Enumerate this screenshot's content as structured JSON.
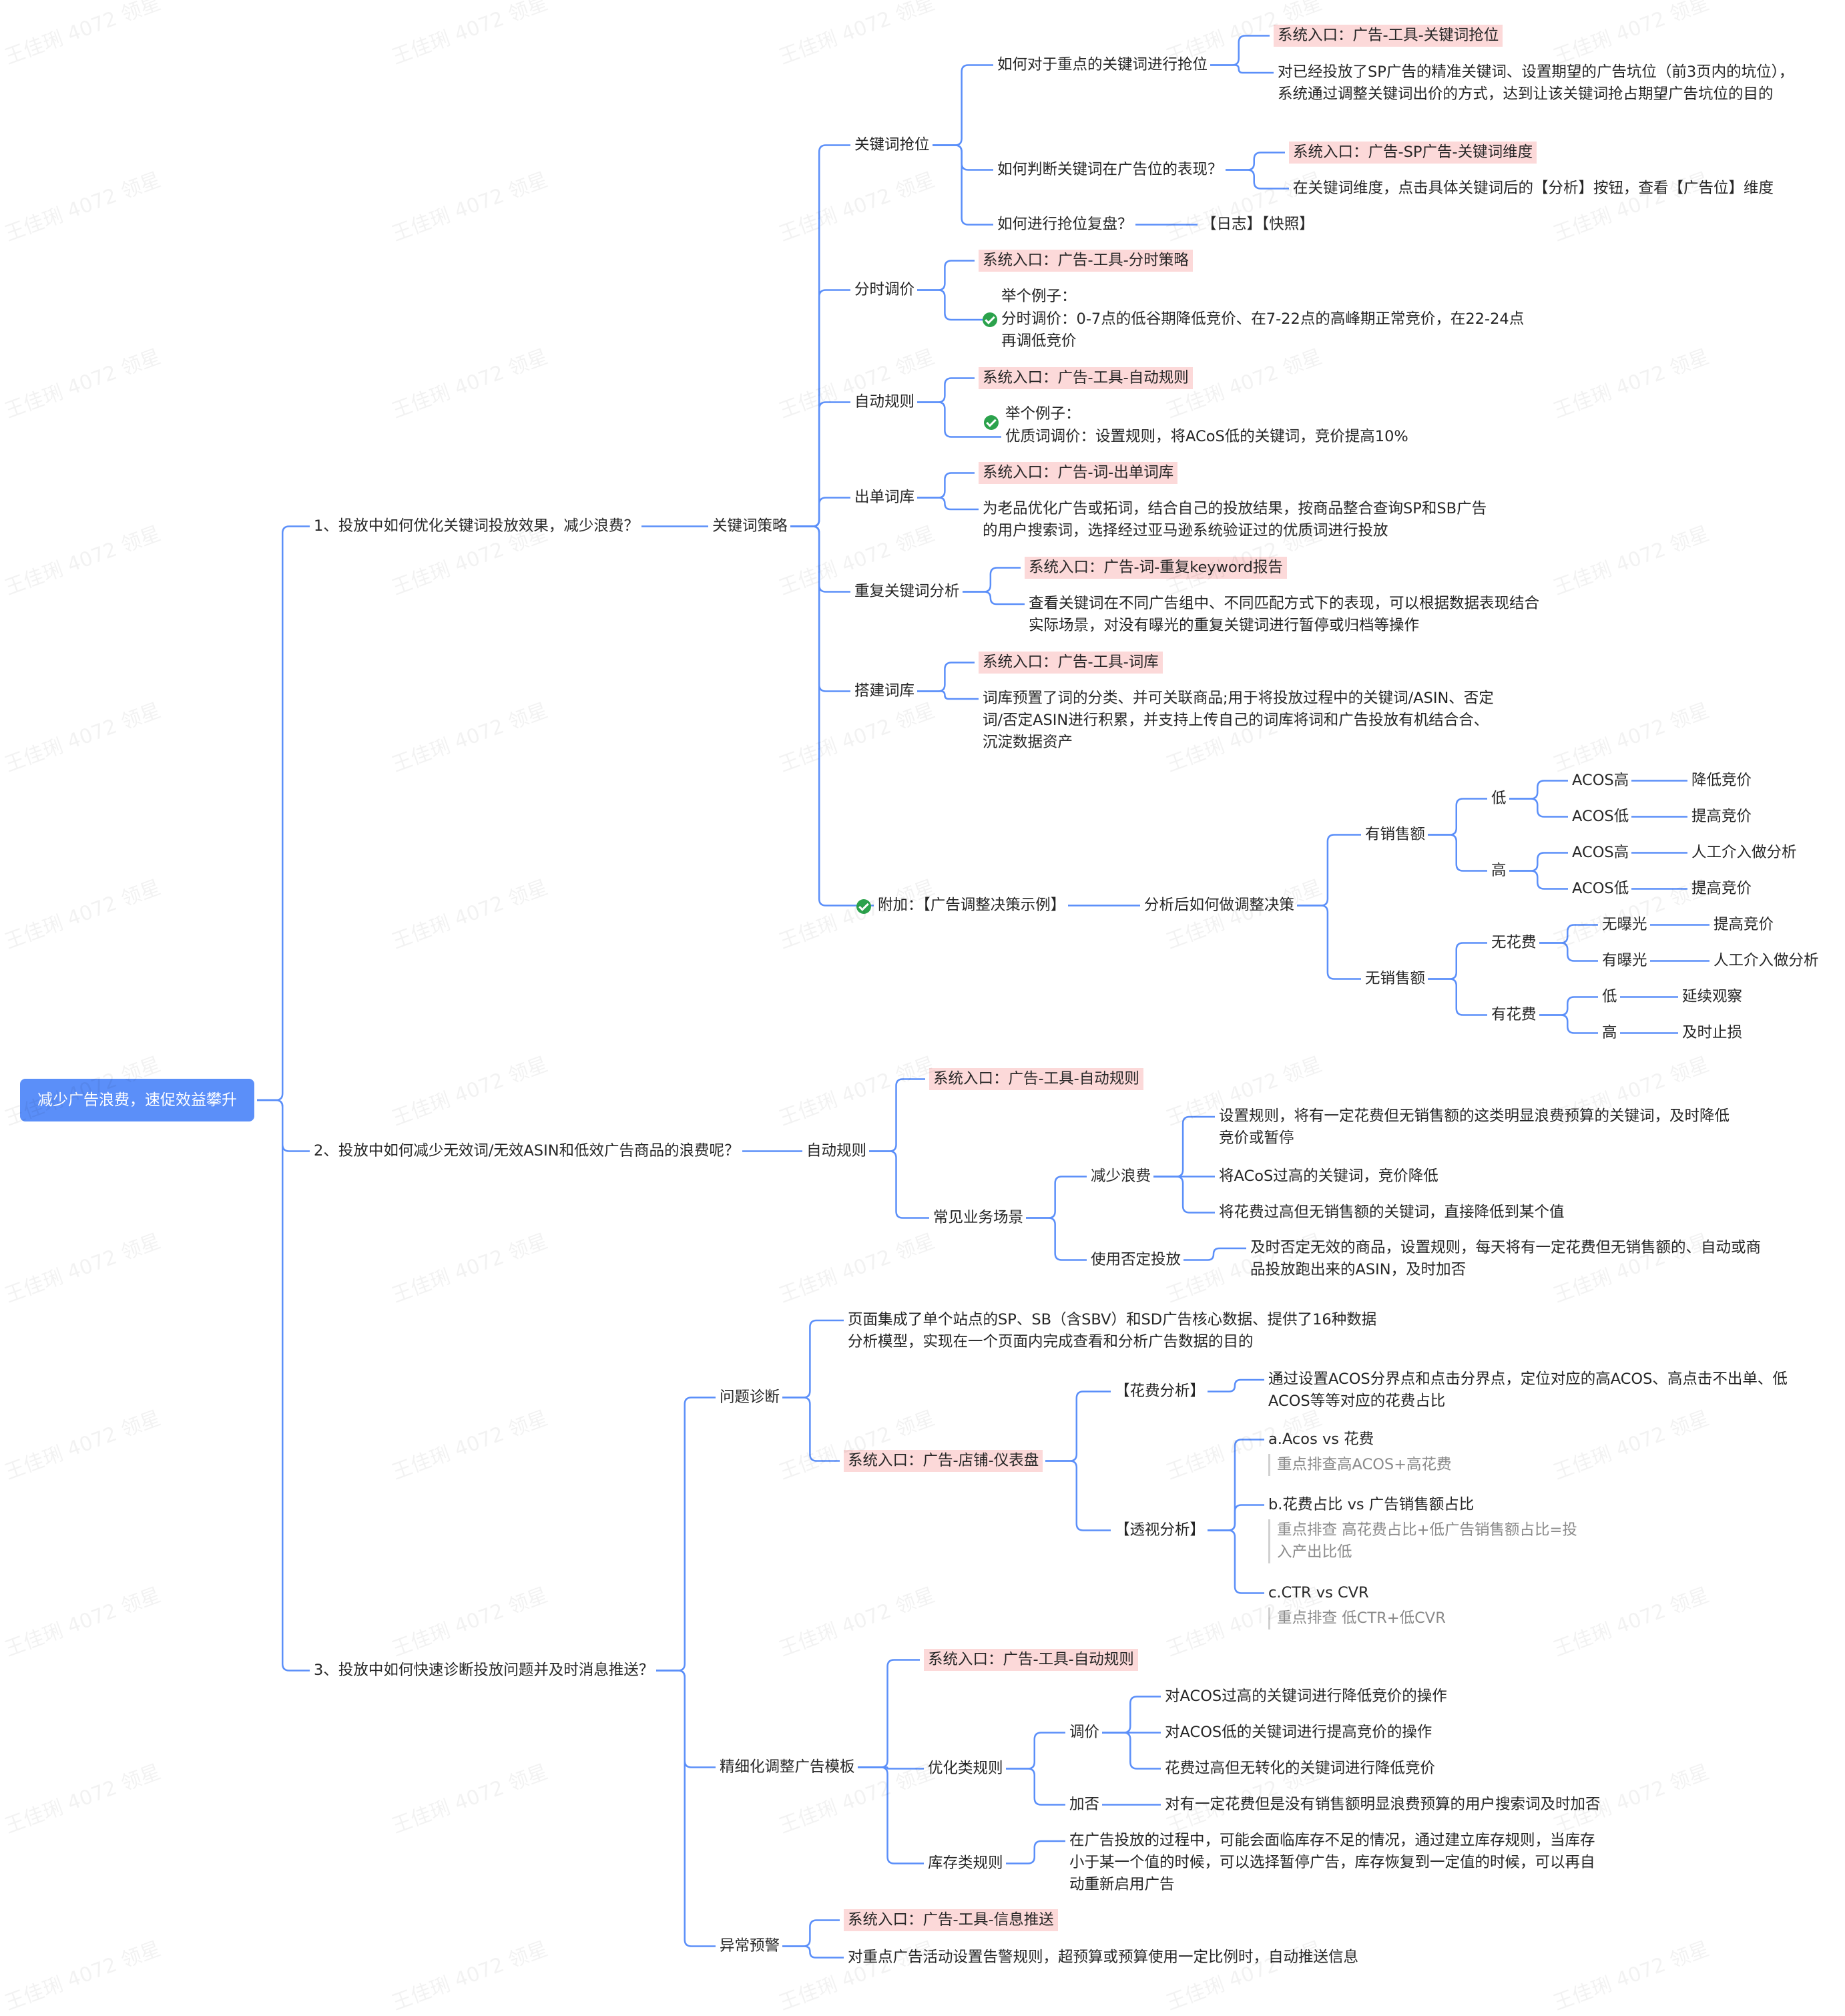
{
  "watermark": "王佳琍 4072 领星",
  "root": "减少广告浪费，速促效益攀升",
  "q1": {
    "title": "1、投放中如何优化关键词投放效果，减少浪费？",
    "strategy": "关键词策略",
    "kw_rank": {
      "label": "关键词抢位",
      "how_grab": "如何对于重点的关键词进行抢位",
      "how_grab_entry": "系统入口：广告-工具-关键词抢位",
      "how_grab_desc": "对已经投放了SP广告的精准关键词、设置期望的广告坑位（前3页内的坑位），系统通过调整关键词出价的方式，达到让该关键词抢占期望广告坑位的目的",
      "how_judge": "如何判断关键词在广告位的表现？",
      "how_judge_entry": "系统入口：广告-SP广告-关键词维度",
      "how_judge_desc": "在关键词维度，点击具体关键词后的【分析】按钮，查看【广告位】维度",
      "how_review": "如何进行抢位复盘？",
      "how_review_desc": "【日志】【快照】"
    },
    "dayparting": {
      "label": "分时调价",
      "entry": "系统入口：广告-工具-分时策略",
      "example_title": "举个例子：",
      "example": "分时调价：0-7点的低谷期降低竞价、在7-22点的高峰期正常竞价，在22-24点再调低竞价"
    },
    "autorule": {
      "label": "自动规则",
      "entry": "系统入口：广告-工具-自动规则",
      "example_title": "举个例子：",
      "example": "优质词调价：设置规则，将ACoS低的关键词，竞价提高10%"
    },
    "order_lib": {
      "label": "出单词库",
      "entry": "系统入口：广告-词-出单词库",
      "desc": "为老品优化广告或拓词，结合自己的投放结果，按商品整合查询SP和SB广告的用户搜索词，选择经过亚马逊系统验证过的优质词进行投放"
    },
    "dup_kw": {
      "label": "重复关键词分析",
      "entry": "系统入口：广告-词-重复keyword报告",
      "desc": "查看关键词在不同广告组中、不同匹配方式下的表现，可以根据数据表现结合实际场景，对没有曝光的重复关键词进行暂停或归档等操作"
    },
    "build_lib": {
      "label": "搭建词库",
      "entry": "系统入口：广告-工具-词库",
      "desc": "词库预置了词的分类、并可关联商品;用于将投放过程中的关键词/ASIN、否定词/否定ASIN进行积累，并支持上传自己的词库将词和广告投放有机结合合、沉淀数据资产"
    },
    "addon": {
      "label": "附加：【广告调整决策示例】",
      "decision": "分析后如何做调整决策",
      "with_sales": "有销售额",
      "low": "低",
      "high": "高",
      "acos_high": "ACOS高",
      "acos_low": "ACOS低",
      "acos_high_b": "ACOS高",
      "acos_low_b": "ACOS低",
      "lower_bid": "降低竞价",
      "raise_bid": "提高竞价",
      "manual": "人工介入做分析",
      "raise_bid_b": "提高竞价",
      "no_sales": "无销售额",
      "no_spend": "无花费",
      "has_spend": "有花费",
      "no_imp": "无曝光",
      "has_imp": "有曝光",
      "raise_bid_c": "提高竞价",
      "manual_b": "人工介入做分析",
      "low_b": "低",
      "high_b": "高",
      "observe": "延续观察",
      "stop_loss": "及时止损"
    }
  },
  "q2": {
    "title": "2、投放中如何减少无效词/无效ASIN和低效广告商品的浪费呢？",
    "autorule": "自动规则",
    "entry": "系统入口：广告-工具-自动规则",
    "scenes": "常见业务场景",
    "reduce": "减少浪费",
    "r1": "设置规则，将有一定花费但无销售额的这类明显浪费预算的关键词，及时降低竞价或暂停",
    "r2": "将ACoS过高的关键词，竞价降低",
    "r3": "将花费过高但无销售额的关键词，直接降低到某个值",
    "negative": "使用否定投放",
    "neg_desc": "及时否定无效的商品，设置规则，每天将有一定花费但无销售额的、自动或商品投放跑出来的ASIN，及时加否"
  },
  "q3": {
    "title": "3、投放中如何快速诊断投放问题并及时消息推送？",
    "diag": {
      "label": "问题诊断",
      "desc": "页面集成了单个站点的SP、SB（含SBV）和SD广告核心数据、提供了16种数据分析模型，实现在一个页面内完成查看和分析广告数据的目的",
      "entry": "系统入口：广告-店铺-仪表盘",
      "spend": "【花费分析】",
      "spend_desc": "通过设置ACOS分界点和点击分界点，定位对应的高ACOS、高点击不出单、低ACOS等等对应的花费占比",
      "pivot": "【透视分析】",
      "a": "a.Acos vs 花费",
      "a_sub": "重点排查高ACOS+高花费",
      "b": "b.花费占比 vs 广告销售额占比",
      "b_sub": "重点排查 高花费占比+低广告销售额占比=投入产出比低",
      "c": "c.CTR vs CVR",
      "c_sub": "重点排查 低CTR+低CVR"
    },
    "tpl": {
      "label": "精细化调整广告模板",
      "entry": "系统入口：广告-工具-自动规则",
      "opt": "优化类规则",
      "bid": "调价",
      "b1": "对ACOS过高的关键词进行降低竞价的操作",
      "b2": "对ACOS低的关键词进行提高竞价的操作",
      "b3": "花费过高但无转化的关键词进行降低竞价",
      "neg": "加否",
      "neg_desc": "对有一定花费但是没有销售额明显浪费预算的用户搜索词及时加否",
      "stock": "库存类规则",
      "stock_desc": "在广告投放的过程中，可能会面临库存不足的情况，通过建立库存规则，当库存小于某一个值的时候，可以选择暂停广告，库存恢复到一定值的时候，可以再自动重新启用广告"
    },
    "alert": {
      "label": "异常预警",
      "entry": "系统入口：广告-工具-信息推送",
      "desc": "对重点广告活动设置告警规则，超预算或预算使用一定比例时，自动推送信息"
    }
  }
}
